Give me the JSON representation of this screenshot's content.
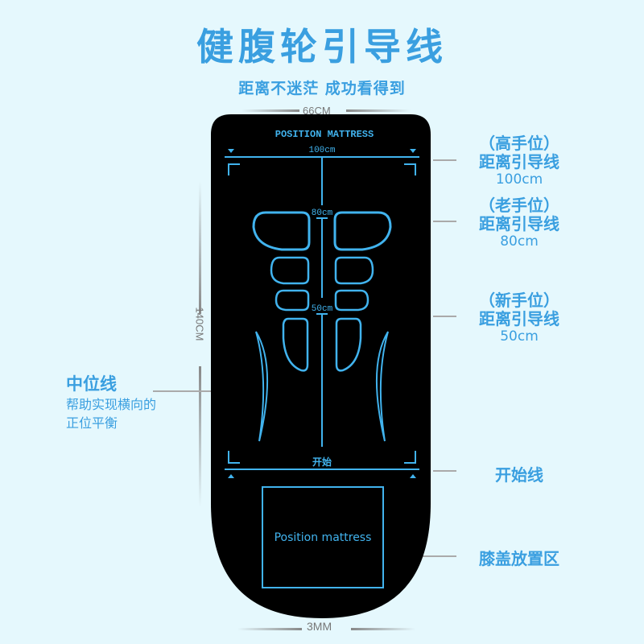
{
  "header": {
    "title": "健腹轮引导线",
    "subtitle": "距离不迷茫 成功看得到"
  },
  "dimensions": {
    "width": "66CM",
    "length": "140CM",
    "thickness": "3MM"
  },
  "mat": {
    "top_label": "POSITION MATTRESS",
    "line_100": "100cm",
    "line_80": "80cm",
    "line_50": "50cm",
    "start_label": "开始",
    "knee_area_label": "Position mattress",
    "colors": {
      "mat": "#000000",
      "lines": "#41b3ee"
    }
  },
  "annotations": {
    "high": {
      "level": "（高手位）",
      "text": "距离引导线",
      "distance": "100cm"
    },
    "mid": {
      "level": "（老手位）",
      "text": "距离引导线",
      "distance": "80cm"
    },
    "novice": {
      "level": "（新手位）",
      "text": "距离引导线",
      "distance": "50cm"
    },
    "start_line": "开始线",
    "knee_area": "膝盖放置区",
    "center_line": {
      "heading": "中位线",
      "desc_1": "帮助实现横向的",
      "desc_2": "正位平衡"
    }
  },
  "colors": {
    "background": "#e5f8fd",
    "accent": "#3a9fe0",
    "dim_text": "#777777"
  }
}
